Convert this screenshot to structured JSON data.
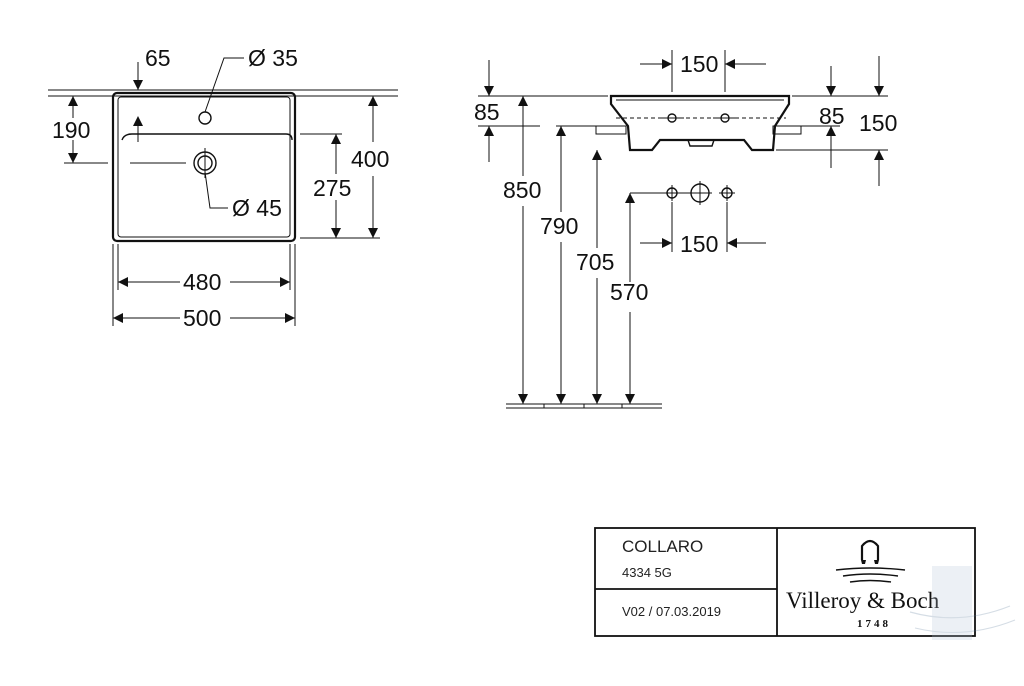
{
  "dimensions": {
    "top_view": {
      "d65": "65",
      "dia35": "Ø 35",
      "d190": "190",
      "d400": "400",
      "d275": "275",
      "dia45": "Ø 45",
      "d480": "480",
      "d500": "500"
    },
    "side_view": {
      "d150_top": "150",
      "d85_left": "85",
      "d85_right": "85",
      "d150_right": "150",
      "d850": "850",
      "d790": "790",
      "d705": "705",
      "d570": "570",
      "d150_holes": "150"
    }
  },
  "title_block": {
    "product_name": "COLLARO",
    "article_number": "4334 5G",
    "version": "V02 / 07.03.2019",
    "brand_name": "Villeroy & Boch",
    "brand_year": "1748"
  }
}
